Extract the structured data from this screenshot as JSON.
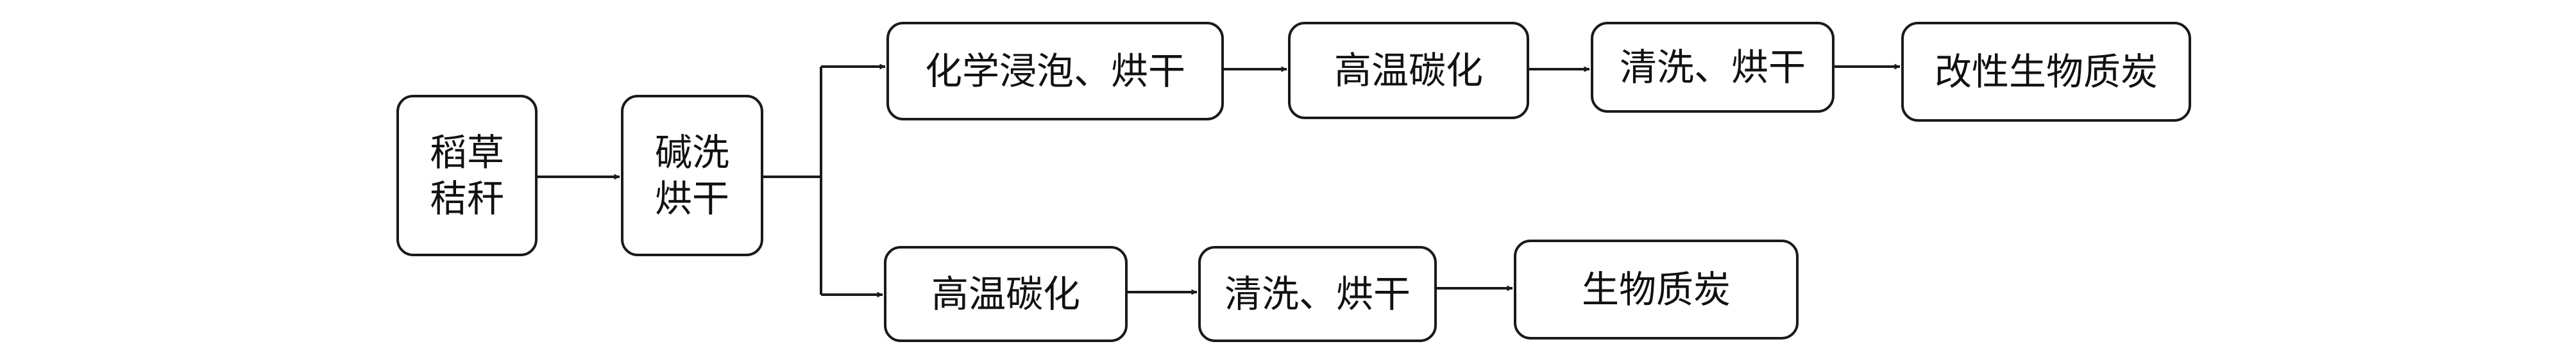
{
  "diagram": {
    "stroke_color": "#1a1a1a",
    "nodes": {
      "rice_straw": "稻草\n秸秆",
      "alkali_wash_dry": "碱洗\n烘干",
      "chemical_soak_dry": "化学浸泡、烘干",
      "high_temp_carbonization_top": "高温碳化",
      "wash_dry_top": "清洗、烘干",
      "modified_biochar": "改性生物质炭",
      "high_temp_carbonization_bottom": "高温碳化",
      "wash_dry_bottom": "清洗、烘干",
      "biochar": "生物质炭"
    }
  }
}
